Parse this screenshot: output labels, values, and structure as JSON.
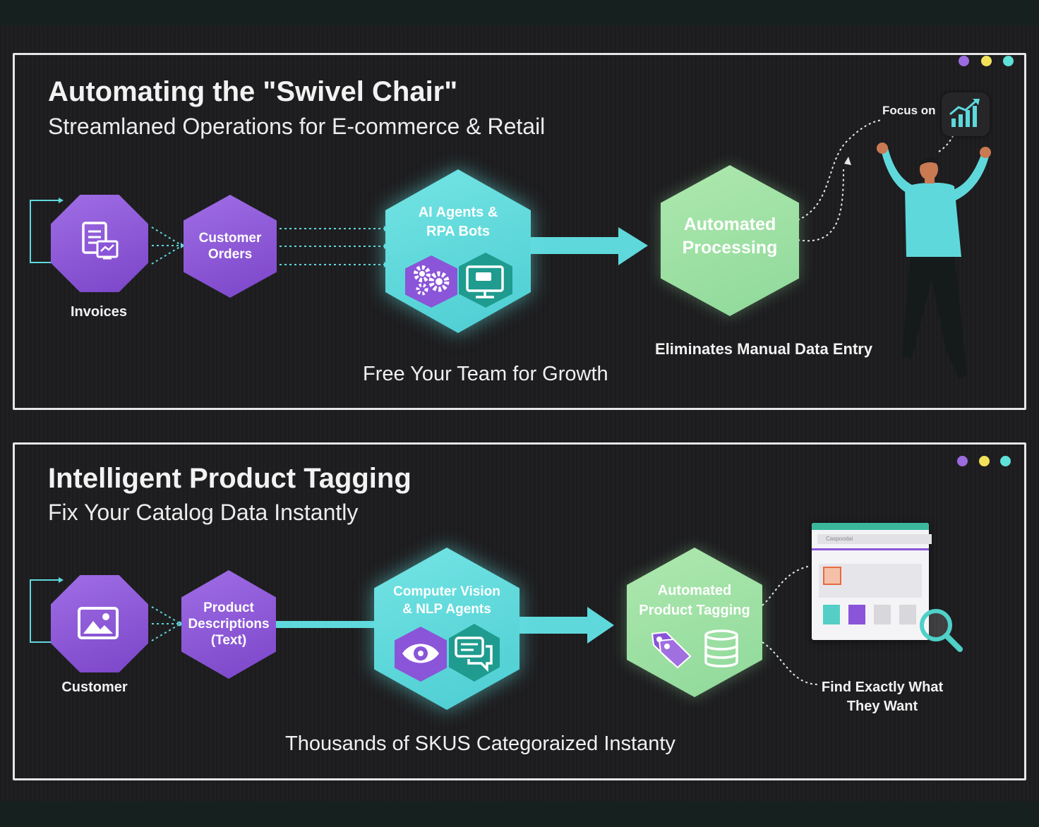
{
  "colors": {
    "purple": "#8a55d8",
    "teal": "#5fd8dc",
    "green": "#9ee0a3",
    "dot_purple": "#9b6be0",
    "dot_yellow": "#f2e25a",
    "dot_teal": "#5fe0d8"
  },
  "panel1": {
    "title": "Automating the \"Swivel Chair\"",
    "subtitle": "Streamlaned Operations for E-commerce & Retail",
    "invoices_label": "Invoices",
    "invoices_icon": "invoice-document-icon",
    "orders_label": "Customer Orders",
    "bots_label": "AI Agents & RPA Bots",
    "bots_icons": [
      "gears-icon",
      "monitor-bot-icon"
    ],
    "processing_label": "Automated Processing",
    "focus_label": "Focus on",
    "focus_icon": "growth-chart-icon",
    "eliminates_label": "Eliminates Manual Data Entry",
    "growth_label": "Free Your Team for Growth"
  },
  "panel2": {
    "title": "Intelligent Product Tagging",
    "subtitle": "Fix Your Catalog Data Instantly",
    "customer_label": "Customer",
    "customer_icon": "image-icon",
    "descriptions_label": "Product Descriptions (Text)",
    "agents_label": "Computer Vision & NLP Agents",
    "agents_icons": [
      "eye-icon",
      "chat-bubbles-icon"
    ],
    "tagging_label": "Automated Product Tagging",
    "tagging_icons": [
      "tags-icon",
      "database-icon"
    ],
    "find_label": "Find Exactly What They Want",
    "skus_label": "Thousands of SKUS Categoraized Instanty",
    "browser_search": "Caspoodai"
  }
}
